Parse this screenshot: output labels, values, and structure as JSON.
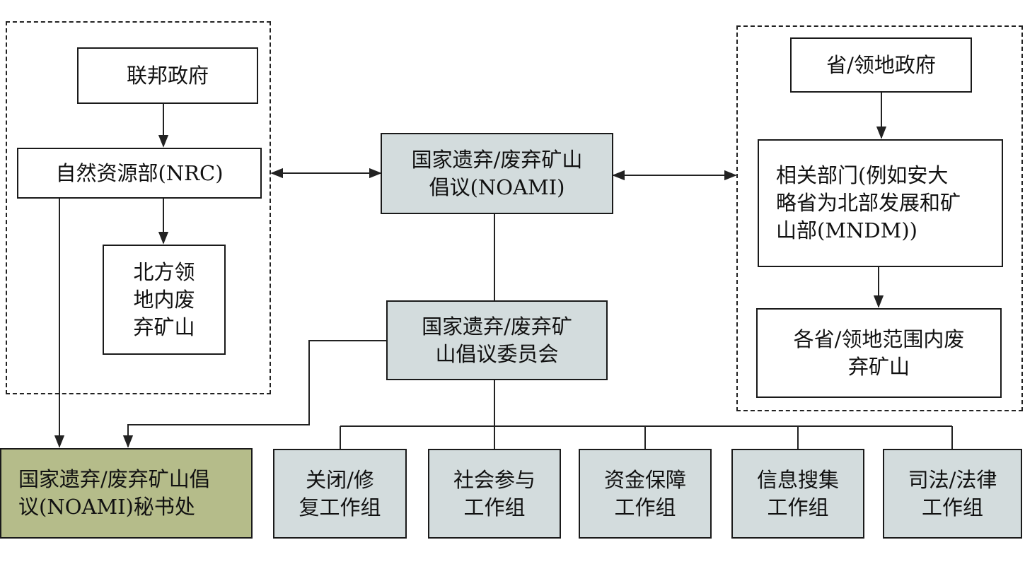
{
  "colors": {
    "box_border": "#1a1a1a",
    "gray_fill": "#d3dcdd",
    "olive_fill": "#b5bc8a",
    "line": "#222222"
  },
  "federal": {
    "government": "联邦政府",
    "nrc": "自然资源部(NRC)",
    "north_mines": "北方领\n地内废\n弃矿山"
  },
  "noami": {
    "initiative": "国家遗弃/废弃矿山\n倡议(NOAMI)",
    "committee": "国家遗弃/废弃矿\n山倡议委员会",
    "secretariat": "国家遗弃/废弃矿山倡\n议(NOAMI)秘书处"
  },
  "provincial": {
    "government": "省/领地政府",
    "departments": "相关部门(例如安大\n略省为北部发展和矿\n山部(MNDM))",
    "mines": "各省/领地范围内废\n弃矿山"
  },
  "working_groups": [
    "关闭/修\n复工作组",
    "社会参与\n工作组",
    "资金保障\n工作组",
    "信息搜集\n工作组",
    "司法/法律\n工作组"
  ]
}
